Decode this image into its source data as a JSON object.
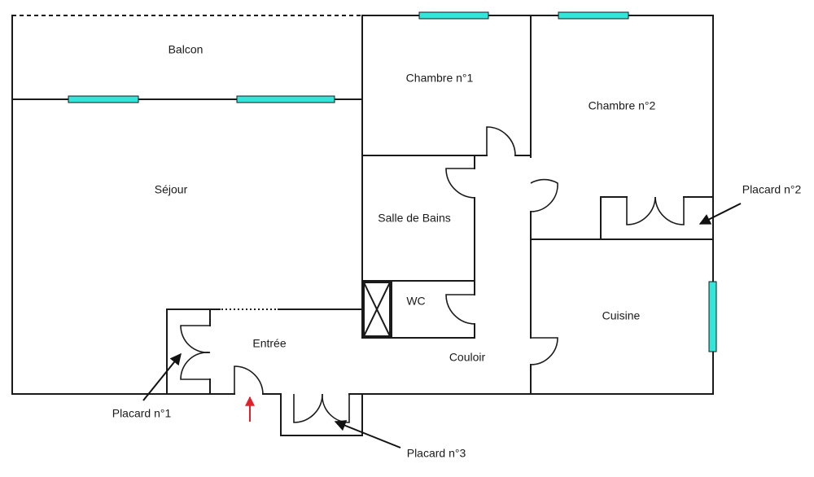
{
  "colors": {
    "wall": "#1a1a1a",
    "window_fill": "#33e6d9",
    "entrance_arrow": "#e0202a"
  },
  "rooms": {
    "balcon": "Balcon",
    "chambre1": "Chambre n°1",
    "chambre2": "Chambre n°2",
    "sejour": "Séjour",
    "salle_de_bains": "Salle de Bains",
    "wc": "WC",
    "entree": "Entrée",
    "couloir": "Couloir",
    "cuisine": "Cuisine"
  },
  "callouts": {
    "placard1": "Placard n°1",
    "placard2": "Placard n°2",
    "placard3": "Placard n°3"
  }
}
